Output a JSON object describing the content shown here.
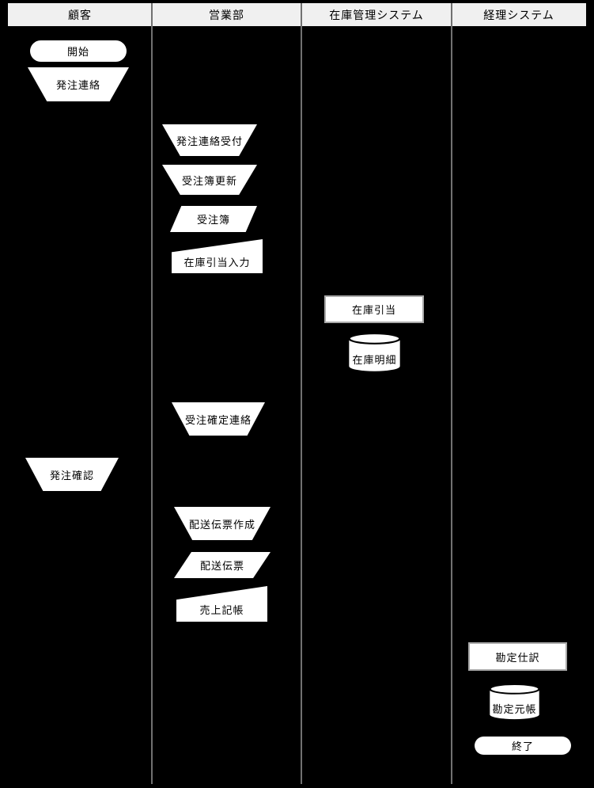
{
  "diagram": {
    "kind": "swimlane-flowchart",
    "colors": {
      "background": "#000000",
      "header_bg": "#f0f0f0",
      "lane_line": "#717171",
      "shape_fill": "#ffffff",
      "shape_text": "#000000",
      "process_border": "#a9a9a9"
    }
  },
  "header": {
    "columns": [
      {
        "label": "顧客"
      },
      {
        "label": "営業部"
      },
      {
        "label": "在庫管理システム"
      },
      {
        "label": "経理システム"
      }
    ]
  },
  "shapes": [
    {
      "lane": "顧客",
      "type": "terminator",
      "label": "開始"
    },
    {
      "lane": "顧客",
      "type": "manual-operation",
      "label": "発注連絡"
    },
    {
      "lane": "営業部",
      "type": "manual-operation",
      "label": "発注連絡受付"
    },
    {
      "lane": "営業部",
      "type": "manual-operation",
      "label": "受注簿更新"
    },
    {
      "lane": "営業部",
      "type": "data",
      "label": "受注簿"
    },
    {
      "lane": "営業部",
      "type": "manual-input",
      "label": "在庫引当入力"
    },
    {
      "lane": "在庫管理システム",
      "type": "process",
      "label": "在庫引当"
    },
    {
      "lane": "在庫管理システム",
      "type": "database",
      "label": "在庫明細"
    },
    {
      "lane": "営業部",
      "type": "manual-operation",
      "label": "受注確定連絡"
    },
    {
      "lane": "顧客",
      "type": "manual-operation",
      "label": "発注確認"
    },
    {
      "lane": "営業部",
      "type": "manual-operation",
      "label": "配送伝票作成"
    },
    {
      "lane": "営業部",
      "type": "data",
      "label": "配送伝票"
    },
    {
      "lane": "営業部",
      "type": "manual-input",
      "label": "売上記帳"
    },
    {
      "lane": "経理システム",
      "type": "process",
      "label": "勘定仕訳"
    },
    {
      "lane": "経理システム",
      "type": "database",
      "label": "勘定元帳"
    },
    {
      "lane": "経理システム",
      "type": "terminator",
      "label": "終了"
    }
  ]
}
